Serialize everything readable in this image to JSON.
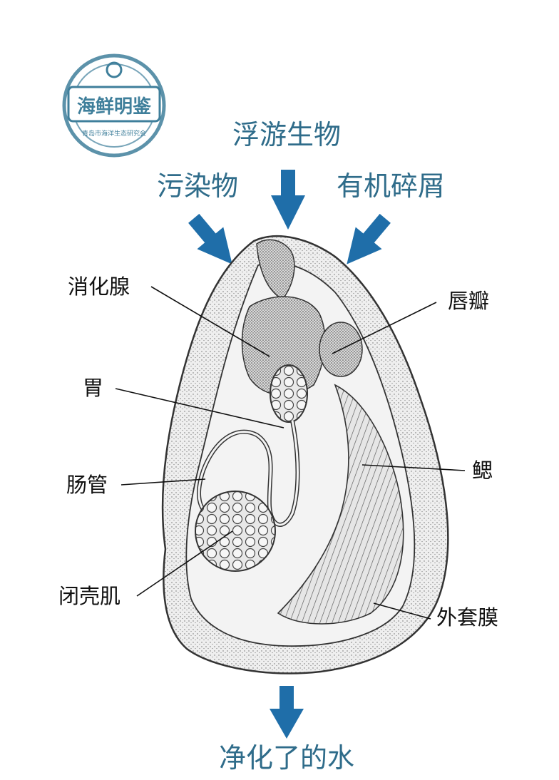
{
  "logo": {
    "name": "海鲜明鉴",
    "subtitle": "青岛市海洋生态研究会"
  },
  "inputs": {
    "top": "浮游生物",
    "left": "污染物",
    "right": "有机碎屑"
  },
  "output": "净化了的水",
  "labels": {
    "digestive_gland": "消化腺",
    "stomach": "胃",
    "intestine": "肠管",
    "adductor_muscle": "闭壳肌",
    "labial_palp": "唇瓣",
    "gill": "鳃",
    "mantle": "外套膜"
  },
  "colors": {
    "arrow": "#1f6ea9",
    "caption": "#2f6c8a",
    "stamp": "#3f7f9b",
    "line": "#111111"
  }
}
